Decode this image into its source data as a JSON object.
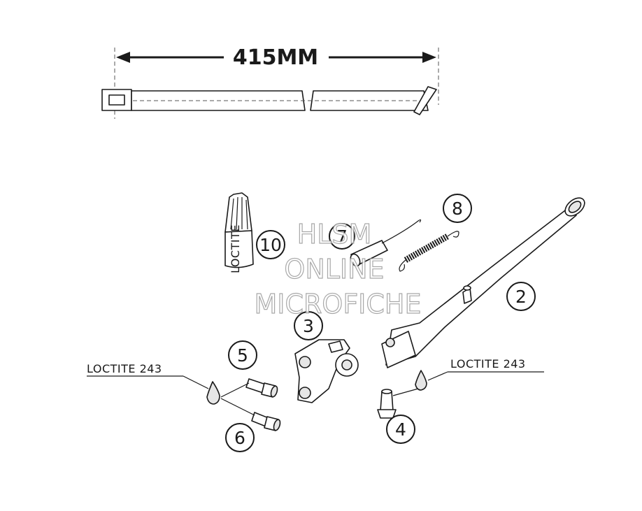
{
  "dimension": {
    "label": "415MM"
  },
  "callouts": [
    {
      "id": "2",
      "label": "2"
    },
    {
      "id": "3",
      "label": "3"
    },
    {
      "id": "4",
      "label": "4"
    },
    {
      "id": "5",
      "label": "5"
    },
    {
      "id": "6",
      "label": "6"
    },
    {
      "id": "7",
      "label": "7"
    },
    {
      "id": "8",
      "label": "8"
    },
    {
      "id": "10",
      "label": "10"
    }
  ],
  "notes": {
    "left_loctite": "LOCTITE 243",
    "right_loctite": "LOCTITE 243",
    "tube_label": "LOCTITE"
  },
  "watermark": {
    "line1": "HLSM",
    "line2": "ONLINE",
    "line3": "MICROFICHE"
  },
  "colors": {
    "line": "#1a1a1a",
    "watermark_outline": "#9a9a9a",
    "background": "#ffffff"
  }
}
